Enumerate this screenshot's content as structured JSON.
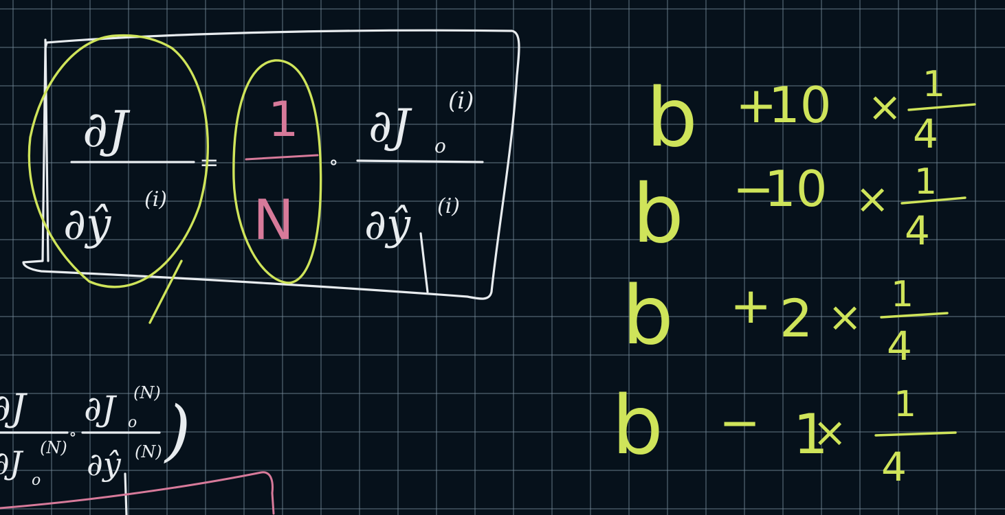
{
  "colors": {
    "background": "#06111b",
    "grid": "#6f808d",
    "ink_white": "#e8ecef",
    "ink_green": "#cfe45a",
    "ink_pink": "#d77a9a"
  },
  "main_equation": {
    "numerator_left": "∂J",
    "denominator_left": "∂ŷ",
    "denominator_left_sup": "(i)",
    "equals": "=",
    "factor_numerator": "1",
    "factor_denominator": "N",
    "dot": "∘",
    "numerator_right": "∂J",
    "numerator_right_sub": "o",
    "numerator_right_sup": "(i)",
    "denominator_right": "∂ŷ",
    "denominator_right_sup": "(i)"
  },
  "lower_equation": {
    "numerator_left": "∂J",
    "denominator_left": "∂J",
    "denominator_left_sub": "o",
    "denominator_left_sup": "(N)",
    "dot": "∘",
    "numerator_right": "∂J",
    "numerator_right_sub": "o",
    "numerator_right_sup": "(N)",
    "denominator_right": "∂ŷ",
    "denominator_right_sup": "(N)",
    "close_paren": ")"
  },
  "bias_updates": [
    {
      "var": "b",
      "sign": "+",
      "value": "10",
      "times": "×",
      "num": "1",
      "den": "4"
    },
    {
      "var": "b",
      "sign": "−",
      "value": "10",
      "times": "×",
      "num": "1",
      "den": "4"
    },
    {
      "var": "b",
      "sign": "+",
      "value": "2",
      "times": "×",
      "num": "1",
      "den": "4"
    },
    {
      "var": "b",
      "sign": "−",
      "value": "1",
      "times": "×",
      "num": "1",
      "den": "4"
    }
  ]
}
